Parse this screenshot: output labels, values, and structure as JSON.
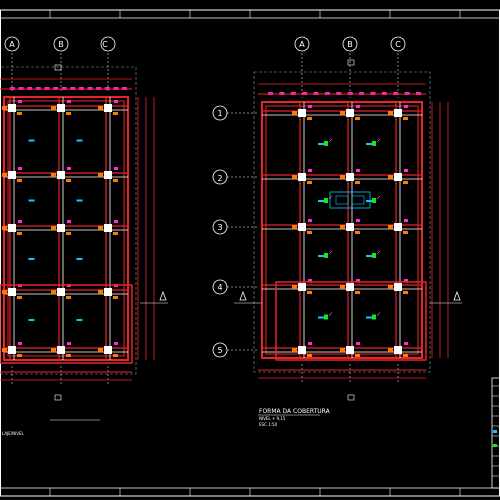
{
  "colors": {
    "background": "#000000",
    "frame": "#ffffff",
    "beam": "#e8232a",
    "column_fill": "#ffffff",
    "pillar": "#ff7a00",
    "dimension": "#ff2bd6",
    "annotation": "#00d0ff",
    "slab_mark": "#19e619",
    "grid_line": "#9a9a9a"
  },
  "left_plan": {
    "axes": [
      "A",
      "B",
      "C"
    ],
    "caption": "LAJE/NIVEL"
  },
  "right_plan": {
    "axes": [
      "A",
      "B",
      "C"
    ],
    "rows": [
      "1",
      "2",
      "3",
      "4",
      "5"
    ],
    "title": "FORMA DA COBERTURA",
    "subtitle_level": "NIVEL + 9,15",
    "subtitle_scale": "ESC 1:50"
  },
  "icons": {
    "section_marker": "triangle-marker-icon",
    "axis_bubble": "axis-bubble-icon"
  }
}
